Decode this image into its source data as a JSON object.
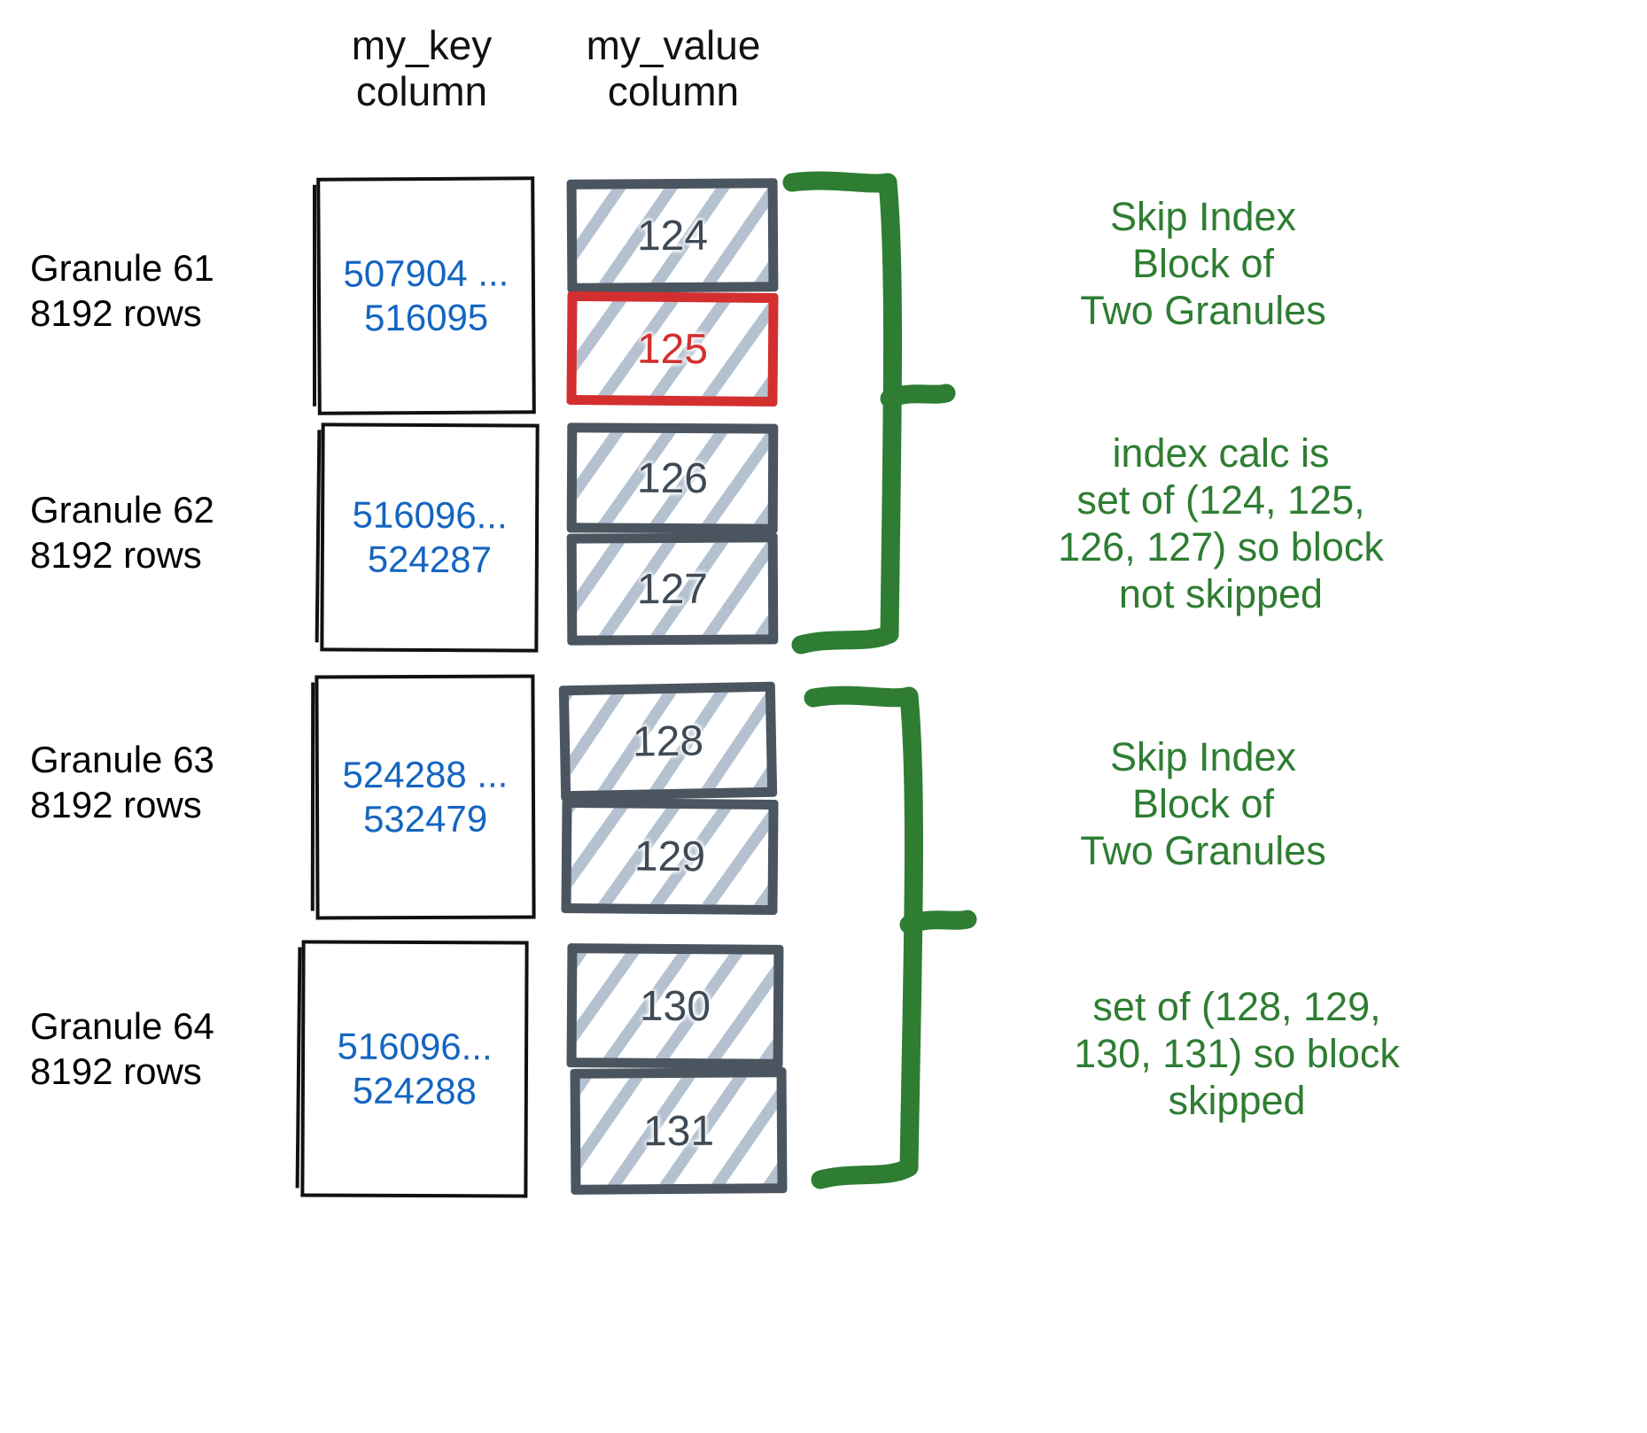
{
  "diagram": {
    "title": "ClickHouse skip index granule diagram",
    "colors": {
      "key_value_blue": "#1565C0",
      "value_text_slate": "#3F4A55",
      "box_border_slate": "#4A5560",
      "hatch": "#B0BECD",
      "highlight_red": "#D32F2F",
      "annotation_green": "#2E7D32",
      "outline_black": "#111111",
      "background": "#FFFFFF"
    }
  },
  "headers": {
    "key_column": "my_key\ncolumn",
    "value_column": "my_value\ncolumn"
  },
  "granules": [
    {
      "label": "Granule 61\n8192 rows",
      "key_range": "507904 ...\n516095",
      "values": [
        {
          "text": "124",
          "highlight": false
        },
        {
          "text": "125",
          "highlight": true
        }
      ]
    },
    {
      "label": "Granule 62\n8192 rows",
      "key_range": "516096...\n524287",
      "values": [
        {
          "text": "126",
          "highlight": false
        },
        {
          "text": "127",
          "highlight": false
        }
      ]
    },
    {
      "label": "Granule 63\n8192 rows",
      "key_range": "524288 ...\n532479",
      "values": [
        {
          "text": "128",
          "highlight": false
        },
        {
          "text": "129",
          "highlight": false
        }
      ]
    },
    {
      "label": "Granule 64\n8192 rows",
      "key_range": "516096...\n524288",
      "values": [
        {
          "text": "130",
          "highlight": false
        },
        {
          "text": "131",
          "highlight": false
        }
      ]
    }
  ],
  "annotations": [
    {
      "id": "block-1-title",
      "text": "Skip Index\nBlock of\nTwo Granules"
    },
    {
      "id": "block-1-detail",
      "text": "index calc is\nset of (124, 125,\n126, 127) so block\nnot skipped"
    },
    {
      "id": "block-2-title",
      "text": "Skip Index\nBlock of\nTwo Granules"
    },
    {
      "id": "block-2-detail",
      "text": "set of (128, 129,\n130, 131) so block\nskipped"
    }
  ]
}
